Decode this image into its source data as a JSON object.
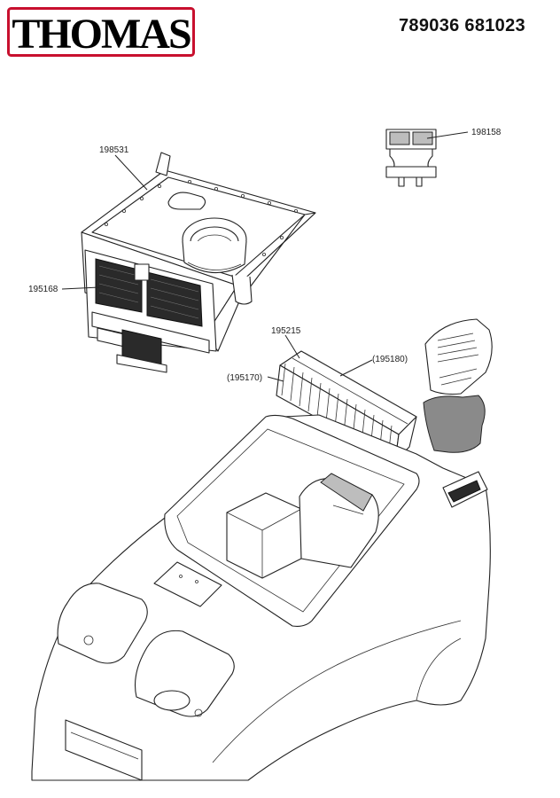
{
  "header": {
    "brand": "THOMAS",
    "brand_color": "#c8102e",
    "product_code": "789036 681023"
  },
  "parts": [
    {
      "id": "p1",
      "number": "198531"
    },
    {
      "id": "p2",
      "number": "198158"
    },
    {
      "id": "p3",
      "number": "195168"
    },
    {
      "id": "p4",
      "number": "195215"
    },
    {
      "id": "p5",
      "number": "(195180)"
    },
    {
      "id": "p6",
      "number": "(195170)"
    }
  ]
}
